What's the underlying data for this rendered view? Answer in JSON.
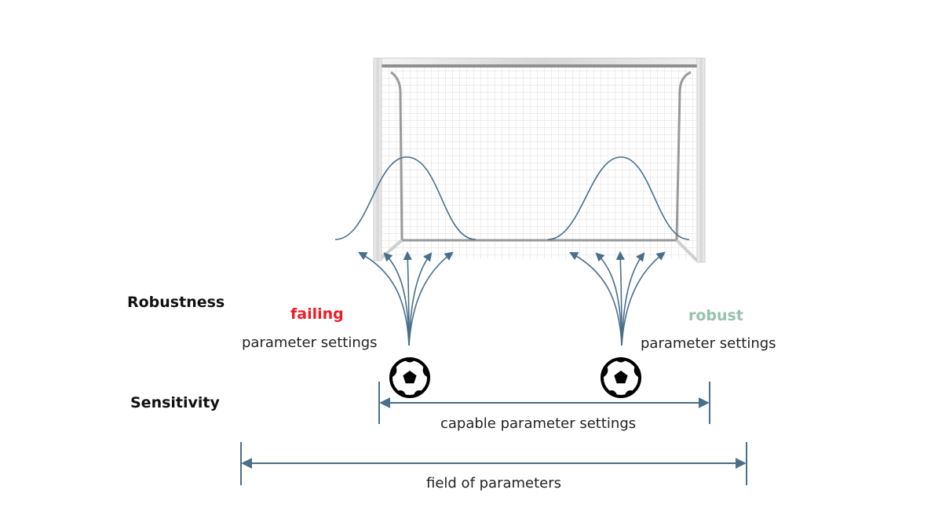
{
  "diagram": {
    "row_labels": {
      "robustness": "Robustness",
      "sensitivity": "Sensitivity"
    },
    "left_group": {
      "tag": "failing",
      "tag_color": "#ee1c25",
      "caption": "parameter settings"
    },
    "right_group": {
      "tag": "robust",
      "tag_color": "#96c2ae",
      "caption": "parameter settings"
    },
    "ranges": {
      "capable": "capable parameter settings",
      "field": "field of parameters"
    },
    "colors": {
      "accent": "#4a6f8a",
      "goal_frame": "#d9d9d9",
      "net": "#e3e3e3"
    },
    "icons": {
      "ball": "soccer-ball-icon",
      "goal": "soccer-goal-icon"
    }
  }
}
